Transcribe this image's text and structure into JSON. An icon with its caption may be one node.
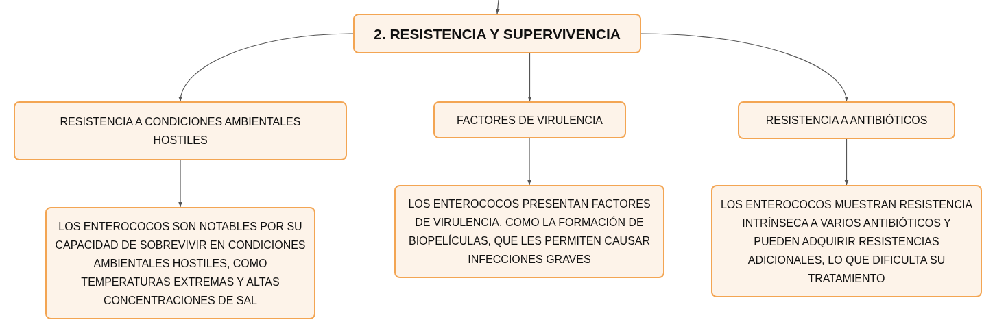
{
  "diagram": {
    "nodes": [
      {
        "text": [
          "2. RESISTENCIA Y SUPERVIVENCIA"
        ]
      },
      {
        "text": [
          "RESISTENCIA A CONDICIONES AMBIENTALES HOSTILES"
        ]
      },
      {
        "text": [
          "FACTORES DE VIRULENCIA"
        ]
      },
      {
        "text": [
          "RESISTENCIA A ANTIBIÓTICOS"
        ]
      },
      {
        "text": [
          "LOS ENTEROCOCOS SON NOTABLES POR SU CAPACIDAD DE SOBREVIVIR EN CONDICIONES AMBIENTALES HOSTILES, COMO TEMPERATURAS EXTREMAS Y ALTAS CONCENTRACIONES DE SAL"
        ]
      },
      {
        "text": [
          "LOS ENTEROCOCOS PRESENTAN FACTORES DE VIRULENCIA, COMO LA FORMACIÓN DE BIOPELÍCULAS, QUE LES PERMITEN CAUSAR INFECCIONES GRAVES"
        ]
      },
      {
        "text": [
          "LOS ENTEROCOCOS MUESTRAN RESISTENCIA INTRÍNSECA A VARIOS ANTIBIÓTICOS Y PUEDEN ADQUIRIR RESISTENCIAS ADICIONALES, LO QUE DIFICULTA SU TRATAMIENTO"
        ]
      }
    ],
    "edges": [
      {
        "from": null,
        "to": 0,
        "arrow": "to"
      },
      {
        "from": 0,
        "to": 1,
        "arrow": "to"
      },
      {
        "from": 0,
        "to": 2,
        "arrow": "to"
      },
      {
        "from": 0,
        "to": 3,
        "arrow": "to"
      },
      {
        "from": 1,
        "to": 4,
        "arrow": "to"
      },
      {
        "from": 2,
        "to": 5,
        "arrow": "to"
      },
      {
        "from": 3,
        "to": 6,
        "arrow": "to"
      }
    ]
  }
}
